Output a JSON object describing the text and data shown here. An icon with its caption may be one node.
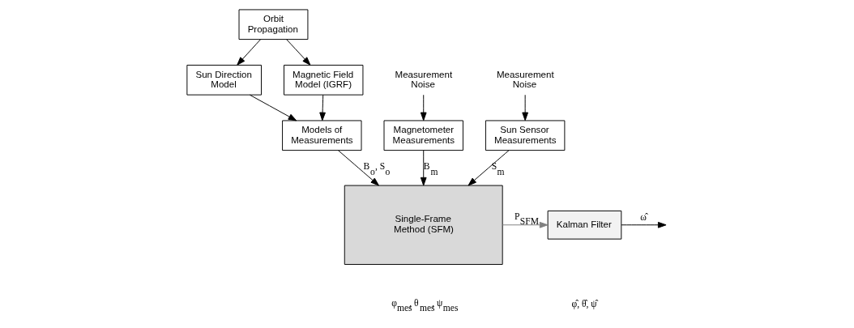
{
  "diagram": {
    "nodes": [
      {
        "text": [
          "Orbit Propagation"
        ]
      },
      {
        "text": [
          "Sun Direction Model"
        ]
      },
      {
        "text": [
          "Magnetic Field Model (IGRF)"
        ]
      },
      {
        "text": [
          "Models of Measurements"
        ]
      },
      {
        "text": [
          "Measurement Noise"
        ]
      },
      {
        "text": [
          "Measurement Noise"
        ]
      },
      {
        "text": [
          "Magnetometer Measurements"
        ]
      },
      {
        "text": [
          "Sun Sensor Measurements"
        ]
      },
      {
        "text": [
          "Single-Frame Method (SFM)"
        ]
      },
      {
        "text": [
          "Kalman Filter"
        ]
      }
    ],
    "edges": [
      {
        "from": 0,
        "to": 1,
        "arrow": "to"
      },
      {
        "from": 0,
        "to": 2,
        "arrow": "to"
      },
      {
        "from": 1,
        "to": 3,
        "arrow": "to"
      },
      {
        "from": 2,
        "to": 3,
        "arrow": "to"
      },
      {
        "from": 3,
        "to": 8,
        "arrow": "to",
        "label": "B$_{o}$, S$_{o}$"
      },
      {
        "from": 4,
        "to": 6,
        "arrow": "to"
      },
      {
        "from": 5,
        "to": 7,
        "arrow": "to"
      },
      {
        "from": 6,
        "to": 8,
        "arrow": "to",
        "label": "B$_{m}$"
      },
      {
        "from": 7,
        "to": 8,
        "arrow": "to",
        "label": "S$_{m}$"
      },
      {
        "from": 8,
        "to": 9,
        "arrow": "to",
        "label": "P$_{SFM}$",
        "color": "#808080"
      },
      {
        "from": 9,
        "to": null,
        "arrow": "to",
        "label": "ω̂"
      }
    ],
    "labels": [
      "φ$_{mes}$, θ$_{mes}$, ψ$_{mes}$",
      "φ̂, θ̂, ψ̂"
    ]
  }
}
